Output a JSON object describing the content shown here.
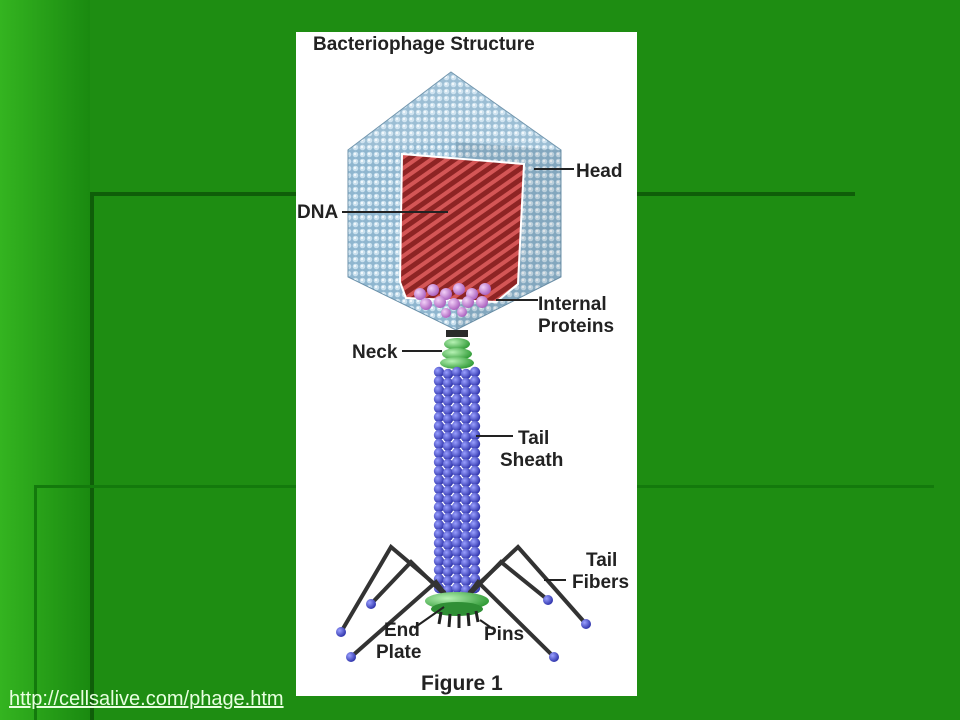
{
  "slide": {
    "link_text": "http://cellsalive.com/phage.htm"
  },
  "figure": {
    "title": "Bacteriophage Structure",
    "caption": "Figure 1",
    "labels": {
      "head": "Head",
      "dna": "DNA",
      "internal_proteins_line1": "Internal",
      "internal_proteins_line2": "Proteins",
      "neck": "Neck",
      "tail_sheath_line1": "Tail",
      "tail_sheath_line2": "Sheath",
      "tail_fibers_line1": "Tail",
      "tail_fibers_line2": "Fibers",
      "end_plate_line1": "End",
      "end_plate_line2": "Plate",
      "pins": "Pins"
    }
  },
  "colors": {
    "background_green": "#1f8f12",
    "head_blue": "#7fa9c4",
    "dna_red": "#b83a3a",
    "protein_pink": "#c98bd6",
    "neck_green": "#58c25a",
    "sheath_blue": "#3a3fc0"
  }
}
